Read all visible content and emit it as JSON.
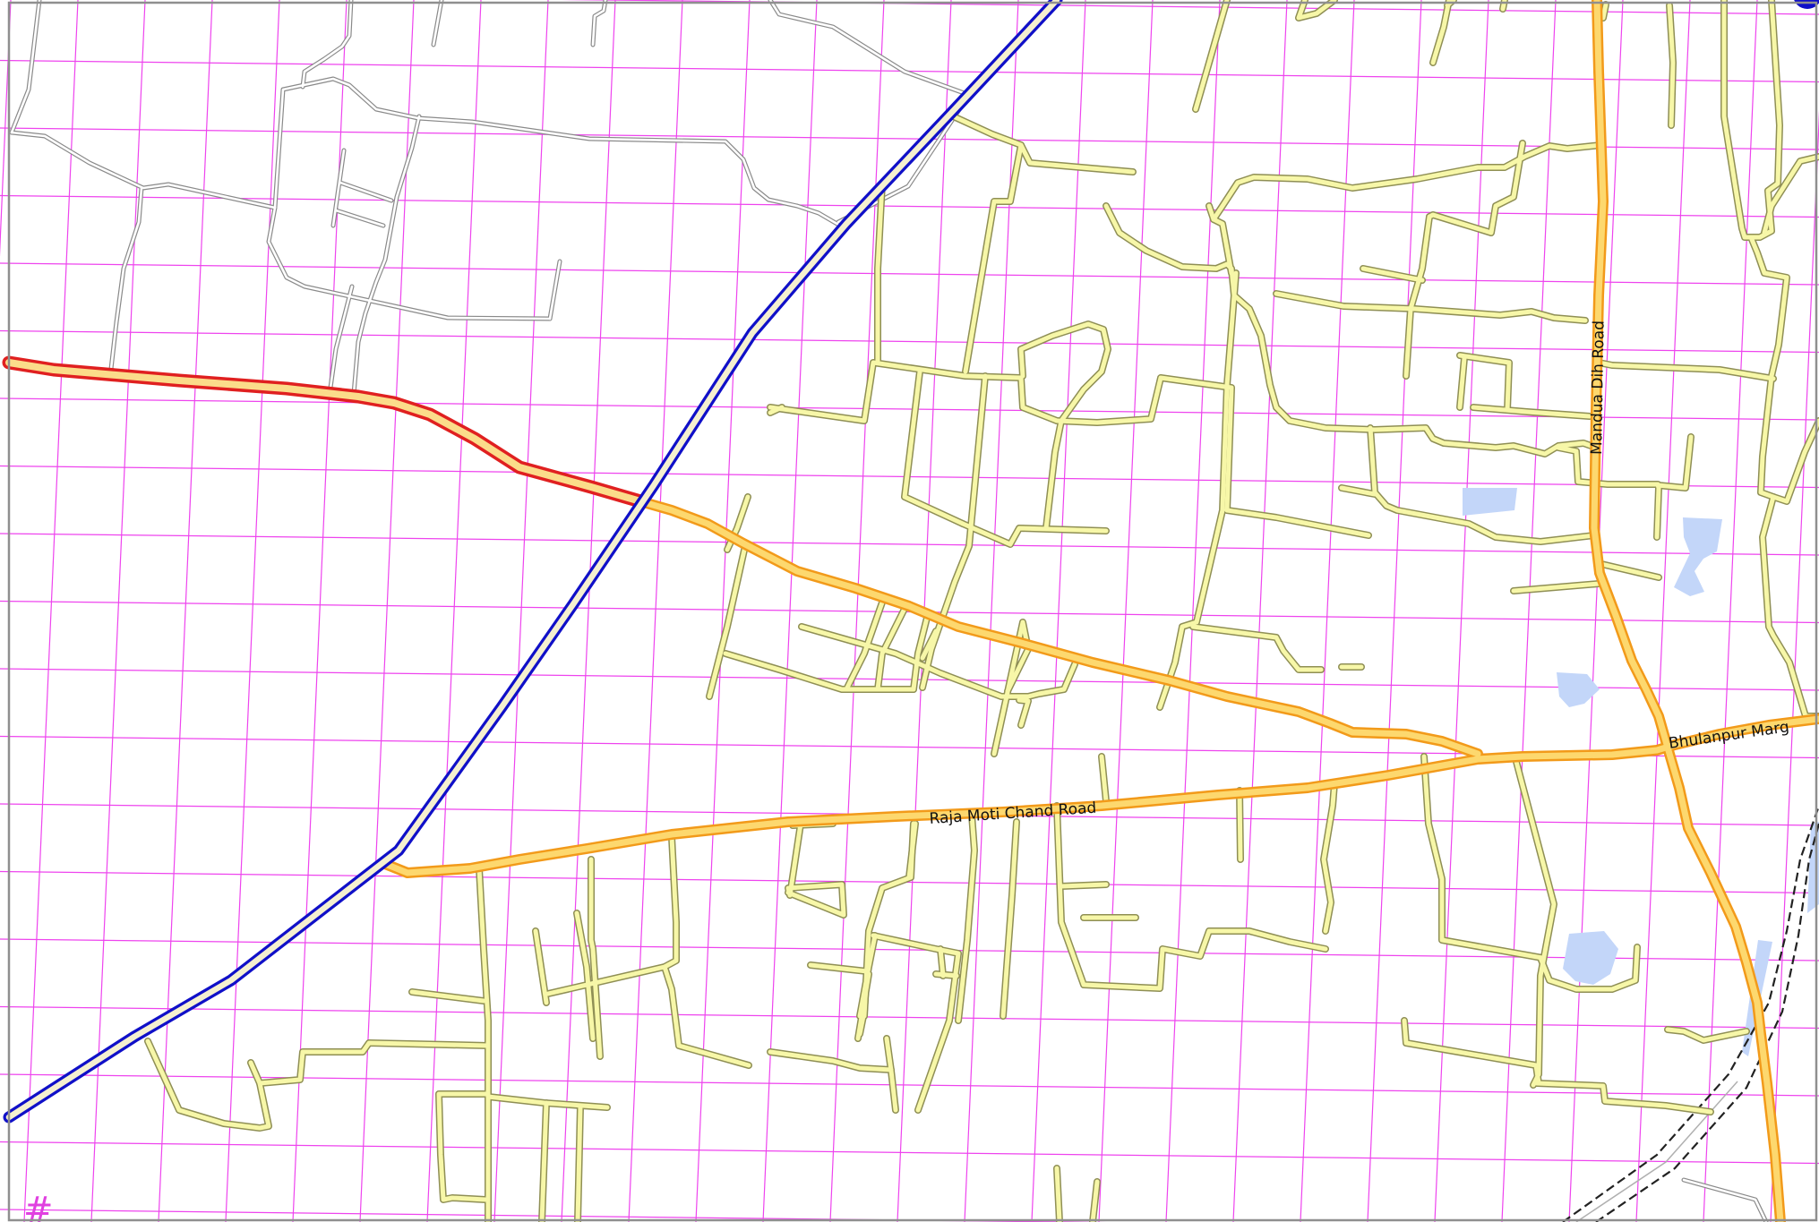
{
  "map": {
    "roads": {
      "raja_moti_chand": "Raja Moti Chand Road",
      "bhulanpur": "Bhulanpur Marg",
      "mandua_dih": "Mandua Dih Road"
    },
    "corner_mark": "#",
    "colors": {
      "grid": "#ee44ee",
      "minor_road_fill": "#f7f7a8",
      "minor_road_casing": "#9a9a5a",
      "major_road_fill": "#fdd86e",
      "major_road_casing": "#f29a1a",
      "highway_fill": "#fbdc8a",
      "highway_casing": "#e02020",
      "expressway_casing": "#1010c8",
      "expressway_fill": "#f5f0d0",
      "path": "#b8b8b8",
      "water": "#c3d6f9",
      "rail": "#222222"
    }
  }
}
